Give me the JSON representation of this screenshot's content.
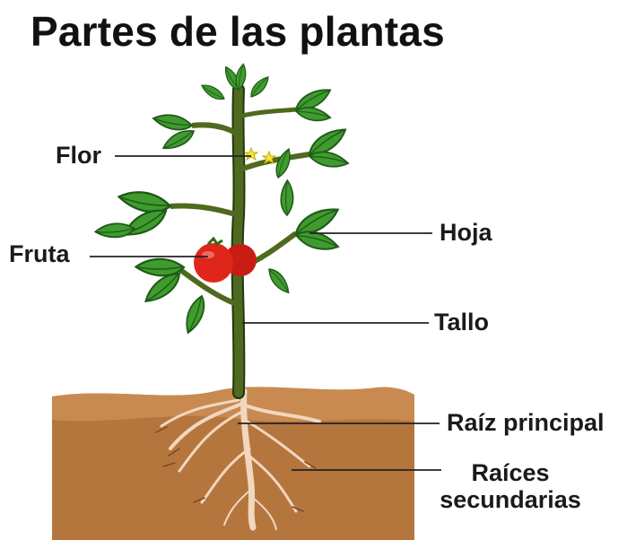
{
  "title": "Partes de las plantas",
  "labels": {
    "flor": "Flor",
    "fruta": "Fruta",
    "hoja": "Hoja",
    "tallo": "Tallo",
    "raiz_principal": "Raíz principal",
    "raices_line1": "Raíces",
    "raices_line2": "secundarias"
  },
  "colors": {
    "leaf": "#3f9b2e",
    "leaf_dark": "#1f5a18",
    "stem": "#4f6a1e",
    "fruit": "#e0251b",
    "flower": "#f6e43a",
    "soil": "#b5763e",
    "soil_top": "#c98a52",
    "root": "#f2d7bf",
    "leader_line": "#222222"
  },
  "icons": {
    "plant": "tomato-plant-illustration",
    "soil": "soil-block",
    "roots": "root-system"
  }
}
